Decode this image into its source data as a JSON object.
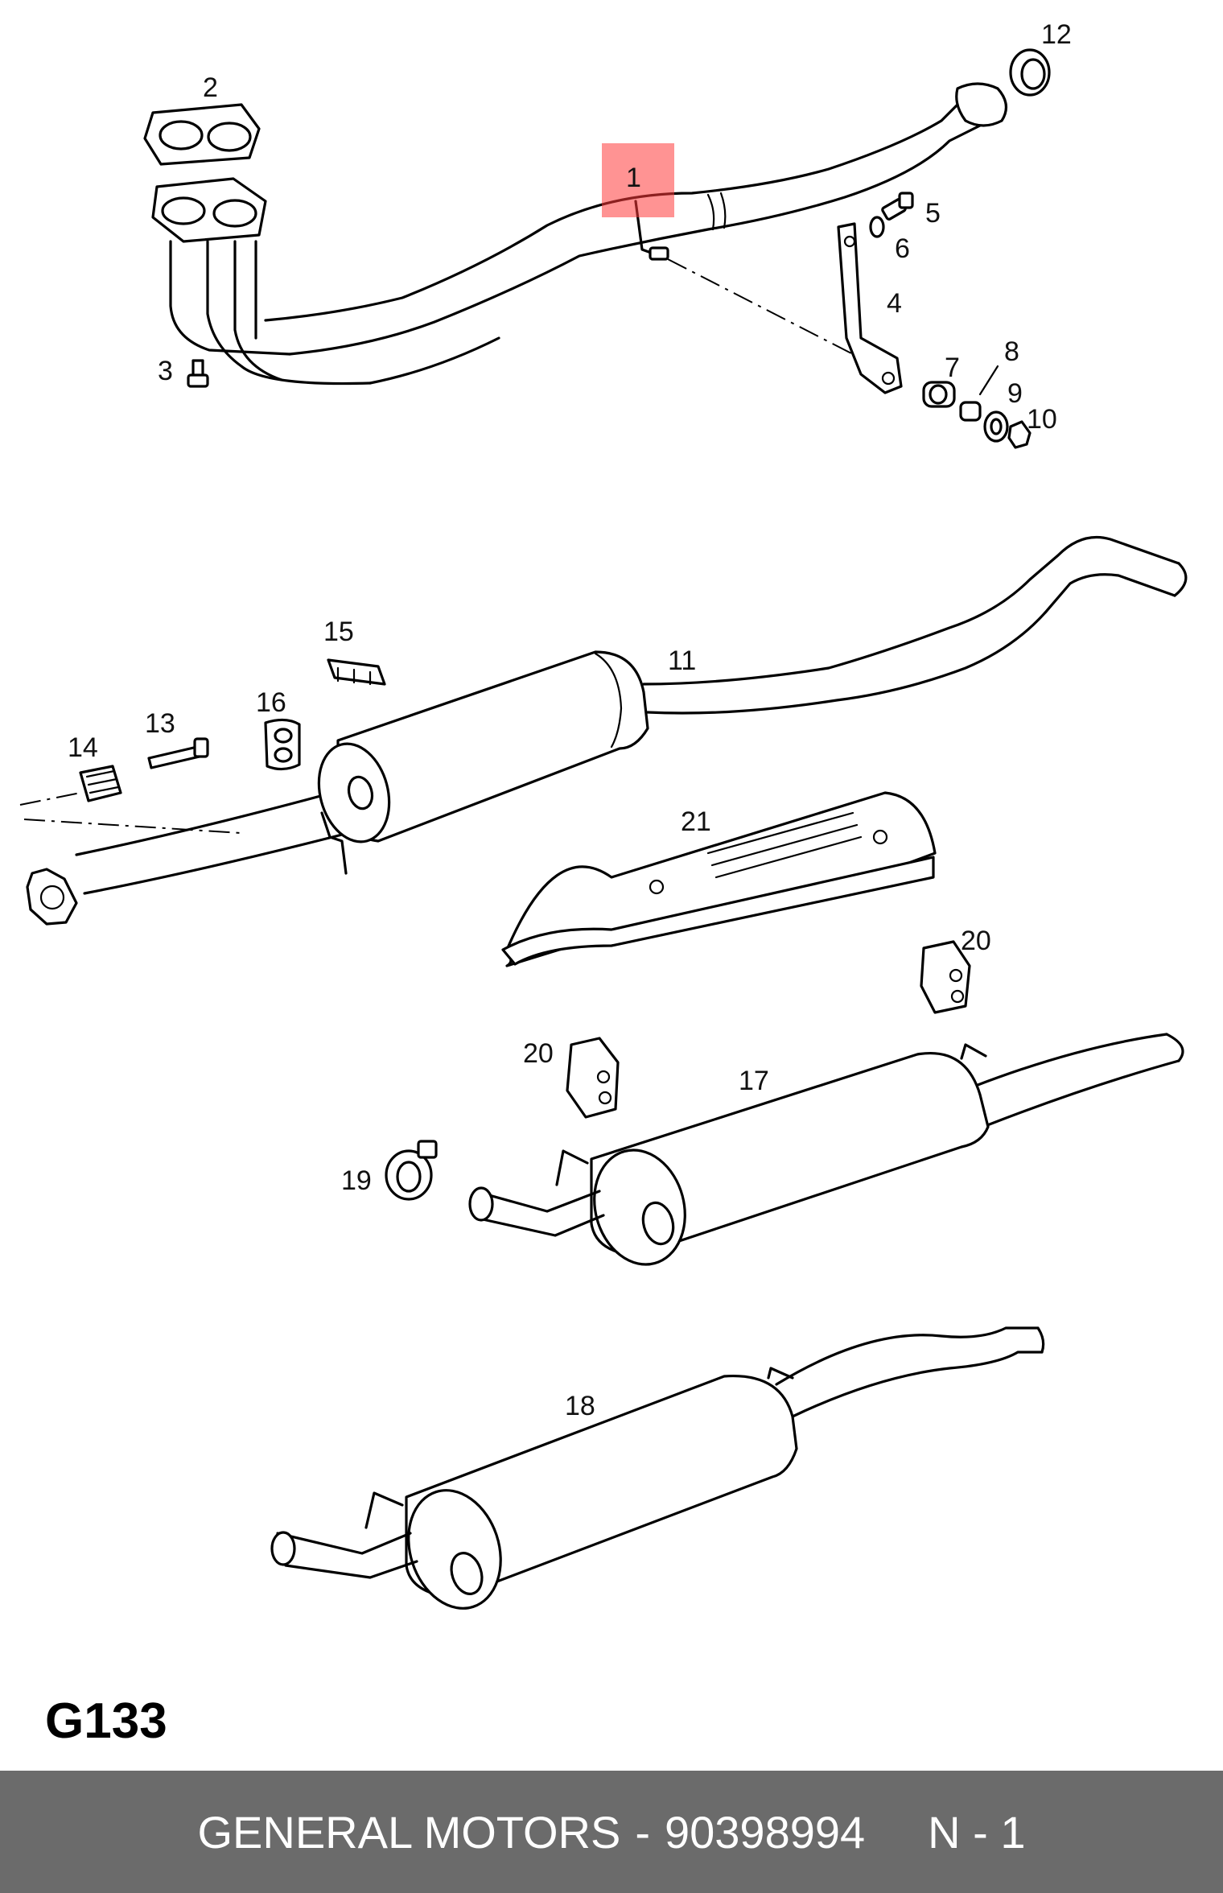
{
  "diagram": {
    "code": "G133",
    "highlighted_part": "1",
    "callouts": [
      "1",
      "2",
      "3",
      "4",
      "5",
      "6",
      "7",
      "8",
      "9",
      "10",
      "11",
      "12",
      "13",
      "14",
      "15",
      "16",
      "17",
      "18",
      "19",
      "20",
      "20",
      "21"
    ]
  },
  "footer": {
    "brand": "GENERAL MOTORS",
    "separator": "-",
    "part_number": "90398994",
    "position": "N - 1"
  },
  "colors": {
    "highlight": "#ff3b3b",
    "footer_bg": "#6b6b6b",
    "footer_text": "#ffffff"
  }
}
